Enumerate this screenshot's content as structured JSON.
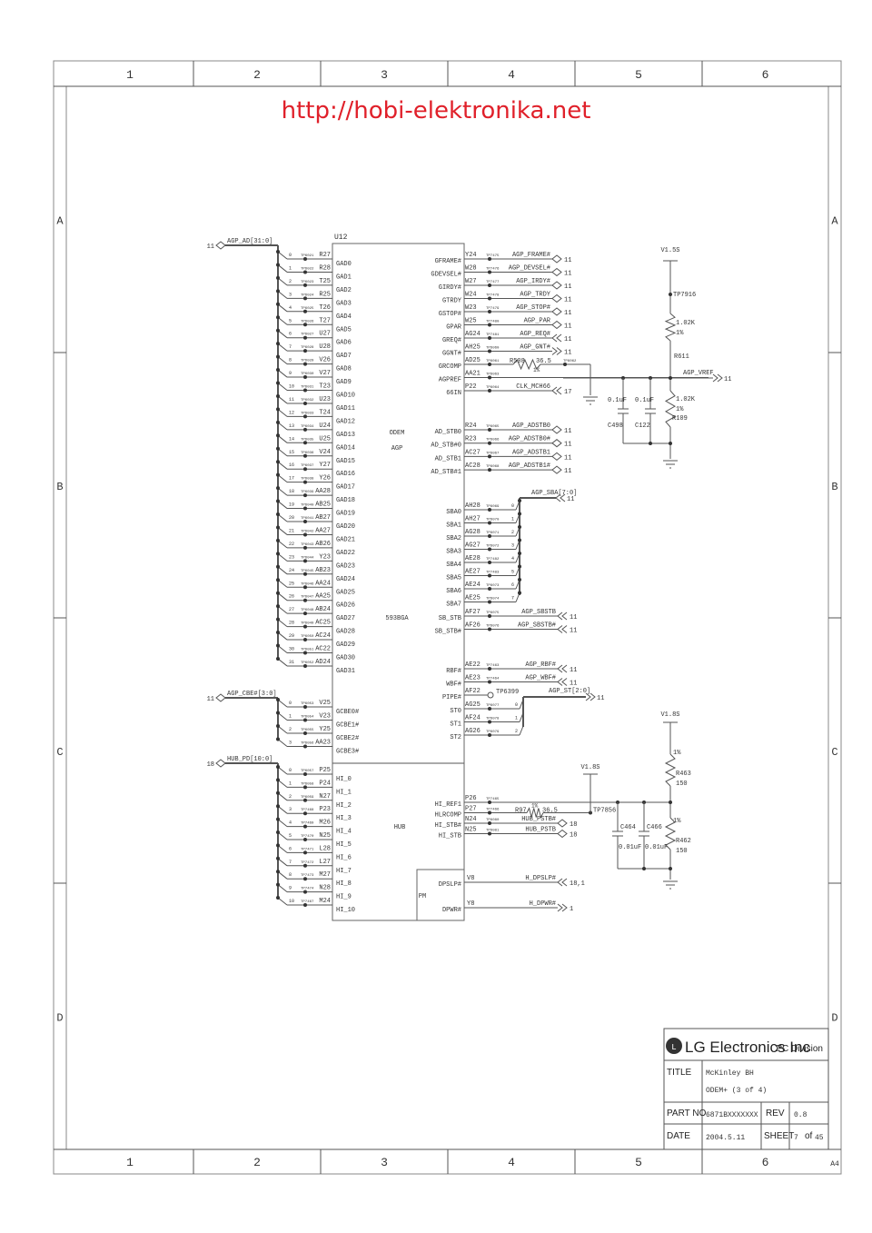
{
  "header": {
    "url_text": "http://hobi-elektronika.net",
    "url_color": "#e0202a"
  },
  "frame": {
    "columns": [
      "1",
      "2",
      "3",
      "4",
      "5",
      "6"
    ],
    "rows": [
      "A",
      "B",
      "C",
      "D"
    ],
    "paper_size": "A4"
  },
  "chip": {
    "ref": "U12",
    "name_line1": "ODEM",
    "name_line2": "AGP",
    "package": "593BGA",
    "hub_label": "HUB",
    "pm_label": "PM"
  },
  "buses": {
    "agp_ad": {
      "label": "AGP_AD[31:0]",
      "sheet": "11"
    },
    "agp_cbe": {
      "label": "AGP_CBE#[3:0]",
      "sheet": "11"
    },
    "hub_pd": {
      "label": "HUB_PD[10:0]",
      "sheet": "18"
    },
    "agp_sba": {
      "label": "AGP_SBA[7:0]",
      "sheet": "11"
    },
    "agp_st": {
      "label": "AGP_ST[2:0]",
      "sheet": "11"
    }
  },
  "left_pins_ad": [
    {
      "idx": "0",
      "tp": "TP6021",
      "ball": "R27",
      "pin": "GAD0"
    },
    {
      "idx": "1",
      "tp": "TP6022",
      "ball": "R28",
      "pin": "GAD1"
    },
    {
      "idx": "2",
      "tp": "TP6023",
      "ball": "T25",
      "pin": "GAD2"
    },
    {
      "idx": "3",
      "tp": "TP6024",
      "ball": "R25",
      "pin": "GAD3"
    },
    {
      "idx": "4",
      "tp": "TP6025",
      "ball": "T26",
      "pin": "GAD4"
    },
    {
      "idx": "5",
      "tp": "TP6026",
      "ball": "T27",
      "pin": "GAD5"
    },
    {
      "idx": "6",
      "tp": "TP6027",
      "ball": "U27",
      "pin": "GAD6"
    },
    {
      "idx": "7",
      "tp": "TP6028",
      "ball": "U28",
      "pin": "GAD7"
    },
    {
      "idx": "8",
      "tp": "TP6029",
      "ball": "V26",
      "pin": "GAD8"
    },
    {
      "idx": "9",
      "tp": "TP6030",
      "ball": "V27",
      "pin": "GAD9"
    },
    {
      "idx": "10",
      "tp": "TP6031",
      "ball": "T23",
      "pin": "GAD10"
    },
    {
      "idx": "11",
      "tp": "TP6032",
      "ball": "U23",
      "pin": "GAD11"
    },
    {
      "idx": "12",
      "tp": "TP6033",
      "ball": "T24",
      "pin": "GAD12"
    },
    {
      "idx": "13",
      "tp": "TP6034",
      "ball": "U24",
      "pin": "GAD13"
    },
    {
      "idx": "14",
      "tp": "TP6035",
      "ball": "U25",
      "pin": "GAD14"
    },
    {
      "idx": "15",
      "tp": "TP6036",
      "ball": "V24",
      "pin": "GAD15"
    },
    {
      "idx": "16",
      "tp": "TP6037",
      "ball": "Y27",
      "pin": "GAD16"
    },
    {
      "idx": "17",
      "tp": "TP6038",
      "ball": "Y26",
      "pin": "GAD17"
    },
    {
      "idx": "18",
      "tp": "TP6039",
      "ball": "AA28",
      "pin": "GAD18"
    },
    {
      "idx": "19",
      "tp": "TP6040",
      "ball": "AB25",
      "pin": "GAD19"
    },
    {
      "idx": "20",
      "tp": "TP6041",
      "ball": "AB27",
      "pin": "GAD20"
    },
    {
      "idx": "21",
      "tp": "TP6042",
      "ball": "AA27",
      "pin": "GAD21"
    },
    {
      "idx": "22",
      "tp": "TP6043",
      "ball": "AB26",
      "pin": "GAD22"
    },
    {
      "idx": "23",
      "tp": "TP6044",
      "ball": "Y23",
      "pin": "GAD23"
    },
    {
      "idx": "24",
      "tp": "TP6045",
      "ball": "AB23",
      "pin": "GAD24"
    },
    {
      "idx": "25",
      "tp": "TP6046",
      "ball": "AA24",
      "pin": "GAD25"
    },
    {
      "idx": "26",
      "tp": "TP6047",
      "ball": "AA25",
      "pin": "GAD26"
    },
    {
      "idx": "27",
      "tp": "TP6048",
      "ball": "AB24",
      "pin": "GAD27"
    },
    {
      "idx": "28",
      "tp": "TP6049",
      "ball": "AC25",
      "pin": "GAD28"
    },
    {
      "idx": "29",
      "tp": "TP6050",
      "ball": "AC24",
      "pin": "GAD29"
    },
    {
      "idx": "30",
      "tp": "TP6051",
      "ball": "AC22",
      "pin": "GAD30"
    },
    {
      "idx": "31",
      "tp": "TP6052",
      "ball": "AD24",
      "pin": "GAD31"
    }
  ],
  "left_pins_cbe": [
    {
      "idx": "0",
      "tp": "TP6053",
      "ball": "V25",
      "pin": "GCBE0#"
    },
    {
      "idx": "1",
      "tp": "TP6054",
      "ball": "V23",
      "pin": "GCBE1#"
    },
    {
      "idx": "2",
      "tp": "TP6055",
      "ball": "Y25",
      "pin": "GCBE2#"
    },
    {
      "idx": "3",
      "tp": "TP6056",
      "ball": "AA23",
      "pin": "GCBE3#"
    }
  ],
  "left_pins_hub": [
    {
      "idx": "0",
      "tp": "TP6057",
      "ball": "P25",
      "pin": "HI_0"
    },
    {
      "idx": "1",
      "tp": "TP6058",
      "ball": "P24",
      "pin": "HI_1"
    },
    {
      "idx": "2",
      "tp": "TP6059",
      "ball": "N27",
      "pin": "HI_2"
    },
    {
      "idx": "3",
      "tp": "TP7468",
      "ball": "P23",
      "pin": "HI_3"
    },
    {
      "idx": "4",
      "tp": "TP7469",
      "ball": "M26",
      "pin": "HI_4"
    },
    {
      "idx": "5",
      "tp": "TP7470",
      "ball": "N25",
      "pin": "HI_5"
    },
    {
      "idx": "6",
      "tp": "TP7471",
      "ball": "L28",
      "pin": "HI_6"
    },
    {
      "idx": "7",
      "tp": "TP7472",
      "ball": "L27",
      "pin": "HI_7"
    },
    {
      "idx": "8",
      "tp": "TP7473",
      "ball": "M27",
      "pin": "HI_8"
    },
    {
      "idx": "9",
      "tp": "TP7474",
      "ball": "N28",
      "pin": "HI_9"
    },
    {
      "idx": "10",
      "tp": "TP7467",
      "ball": "M24",
      "pin": "HI_10"
    }
  ],
  "right_pins_ctrl": [
    {
      "pin": "GFRAME#",
      "ball": "Y24",
      "tp": "TP7475",
      "net": "AGP_FRAME#",
      "dir": "bi",
      "sheet": "11"
    },
    {
      "pin": "GDEVSEL#",
      "ball": "W28",
      "tp": "TP7476",
      "net": "AGP_DEVSEL#",
      "dir": "bi",
      "sheet": "11"
    },
    {
      "pin": "GIRDY#",
      "ball": "W27",
      "tp": "TP7477",
      "net": "AGP_IRDY#",
      "dir": "bi",
      "sheet": "11"
    },
    {
      "pin": "GTRDY",
      "ball": "W24",
      "tp": "TP7478",
      "net": "AGP_TRDY",
      "dir": "bi",
      "sheet": "11"
    },
    {
      "pin": "GSTOP#",
      "ball": "W23",
      "tp": "TP7479",
      "net": "AGP_STOP#",
      "dir": "bi",
      "sheet": "11"
    },
    {
      "pin": "GPAR",
      "ball": "W25",
      "tp": "TP7480",
      "net": "AGP_PAR",
      "dir": "bi",
      "sheet": "11"
    },
    {
      "pin": "GREQ#",
      "ball": "AG24",
      "tp": "TP7481",
      "net": "AGP_REQ#",
      "dir": "in",
      "sheet": "11"
    },
    {
      "pin": "GGNT#",
      "ball": "AH25",
      "tp": "TP6060",
      "net": "AGP_GNT#",
      "dir": "out",
      "sheet": "11"
    },
    {
      "pin": "GRCOMP",
      "ball": "AD25",
      "tp": "TP6061",
      "net": "",
      "dir": "",
      "sheet": ""
    },
    {
      "pin": "AGPREF",
      "ball": "AA21",
      "tp": "TP6063",
      "net": "",
      "dir": "",
      "sheet": ""
    },
    {
      "pin": "66IN",
      "ball": "P22",
      "tp": "TP6064",
      "net": "CLK_MCH66",
      "dir": "in",
      "sheet": "17"
    }
  ],
  "right_pins_strobe": [
    {
      "pin": "AD_STB0",
      "ball": "R24",
      "tp": "TP6065",
      "net": "AGP_ADSTB0",
      "sheet": "11"
    },
    {
      "pin": "AD_STB#0",
      "ball": "R23",
      "tp": "TP6066",
      "net": "AGP_ADSTB0#",
      "sheet": "11"
    },
    {
      "pin": "AD_STB1",
      "ball": "AC27",
      "tp": "TP6067",
      "net": "AGP_ADSTB1",
      "sheet": "11"
    },
    {
      "pin": "AD_STB#1",
      "ball": "AC28",
      "tp": "TP6068",
      "net": "AGP_ADSTB1#",
      "sheet": "11"
    }
  ],
  "right_pins_sba": [
    {
      "pin": "SBA0",
      "ball": "AH28",
      "tp": "TP6069",
      "idx": "0"
    },
    {
      "pin": "SBA1",
      "ball": "AH27",
      "tp": "TP6070",
      "idx": "1"
    },
    {
      "pin": "SBA2",
      "ball": "AG28",
      "tp": "TP6071",
      "idx": "2"
    },
    {
      "pin": "SBA3",
      "ball": "AG27",
      "tp": "TP6072",
      "idx": "3"
    },
    {
      "pin": "SBA4",
      "ball": "AE28",
      "tp": "TP7482",
      "idx": "4"
    },
    {
      "pin": "SBA5",
      "ball": "AE27",
      "tp": "TP7483",
      "idx": "5"
    },
    {
      "pin": "SBA6",
      "ball": "AE24",
      "tp": "TP6073",
      "idx": "6"
    },
    {
      "pin": "SBA7",
      "ball": "AE25",
      "tp": "TP6074",
      "idx": "7"
    }
  ],
  "right_pins_sbstb": [
    {
      "pin": "SB_STB",
      "ball": "AF27",
      "tp": "TP6075",
      "net": "AGP_SBSTB",
      "sheet": "11"
    },
    {
      "pin": "SB_STB#",
      "ball": "AF26",
      "tp": "TP6076",
      "net": "AGP_SBSTB#",
      "sheet": "11"
    }
  ],
  "right_pins_misc": [
    {
      "pin": "RBF#",
      "ball": "AE22",
      "tp": "TP7463",
      "net": "AGP_RBF#",
      "sheet": "11"
    },
    {
      "pin": "WBF#",
      "ball": "AE23",
      "tp": "TP7464",
      "net": "AGP_WBF#",
      "sheet": "11"
    },
    {
      "pin": "PIPE#",
      "ball": "AF22",
      "tp": "TP6399",
      "net": "",
      "sheet": ""
    }
  ],
  "right_pins_st": [
    {
      "pin": "ST0",
      "ball": "AG25",
      "tp": "TP6077",
      "idx": "0"
    },
    {
      "pin": "ST1",
      "ball": "AF24",
      "tp": "TP6078",
      "idx": "1"
    },
    {
      "pin": "ST2",
      "ball": "AG26",
      "tp": "TP6079",
      "idx": "2"
    }
  ],
  "right_pins_hub": [
    {
      "pin": "HI_REF1",
      "ball": "P26",
      "tp": "TP7465",
      "net": "",
      "sheet": ""
    },
    {
      "pin": "HLRCOMP",
      "ball": "P27",
      "tp": "TP7466",
      "net": "",
      "sheet": ""
    },
    {
      "pin": "HI_STB#",
      "ball": "N24",
      "tp": "TP6080",
      "net": "HUB_PSTB#",
      "sheet": "18"
    },
    {
      "pin": "HI_STB",
      "ball": "N25",
      "tp": "TP6081",
      "net": "HUB_PSTB",
      "sheet": "18"
    }
  ],
  "right_pins_pm": [
    {
      "pin": "DPSLP#",
      "ball": "V8",
      "net": "H_DPSLP#",
      "sheet": "18,1"
    },
    {
      "pin": "DPWR#",
      "ball": "Y8",
      "net": "H_DPWR#",
      "sheet": "1"
    }
  ],
  "vref_circuit": {
    "rail": "V1.5S",
    "testpoint": "TP7916",
    "r_top": {
      "ref": "R611",
      "value": "1.02K",
      "tol": "1%"
    },
    "r_bot": {
      "ref": "R109",
      "value": "1.02K",
      "tol": "1%"
    },
    "c1": {
      "ref": "C498",
      "value": "0.1uF"
    },
    "c2": {
      "ref": "C122",
      "value": "0.1uF"
    },
    "net": "AGP_VREF",
    "sheet": "11",
    "rcomp": {
      "ref": "R508",
      "value": "36.5",
      "tol": "1%",
      "tp": "TP6062"
    }
  },
  "hiref_circuit": {
    "rail": "V1.8S",
    "rail2": "V1.8S",
    "testpoint": "TP7856",
    "r_top": {
      "ref": "R463",
      "value": "150",
      "tol": "1%"
    },
    "r_bot": {
      "ref": "R462",
      "value": "150",
      "tol": "1%"
    },
    "c1": {
      "ref": "C464",
      "value": "0.01uF"
    },
    "c2": {
      "ref": "C466",
      "value": "0.01uF"
    },
    "rcomp": {
      "ref": "R97",
      "value": "36.5",
      "tol": "1%"
    }
  },
  "title_block": {
    "company": "LG Electronics Inc",
    "division": "PC Division",
    "title_label": "TITLE",
    "title_line1": "McKinley BH",
    "title_line2": "ODEM+ (3 of 4)",
    "partno_label": "PART NO",
    "partno": "6871BXXXXXXX",
    "rev_label": "REV",
    "rev": "0.8",
    "date_label": "DATE",
    "date": "2004.5.11",
    "sheet_label": "SHEET",
    "sheet": "7",
    "of_label": "of",
    "total": "45"
  }
}
